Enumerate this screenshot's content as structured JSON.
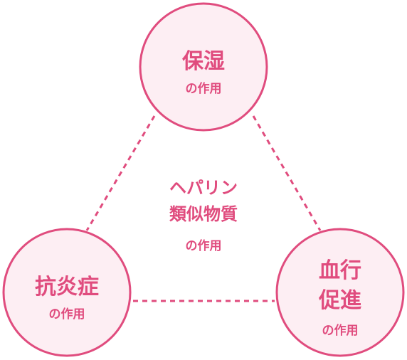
{
  "center": {
    "line1": "ヘパリン",
    "line2": "類似物質",
    "line3": "の作用"
  },
  "nodes": {
    "top": {
      "line1": "保湿",
      "sub": "の作用"
    },
    "left": {
      "line1": "抗炎症",
      "sub": "の作用"
    },
    "right": {
      "line1": "血行",
      "line2": "促進",
      "sub": "の作用"
    }
  },
  "colors": {
    "accent": "#e04c7e",
    "circle_fill": "#fdeef3",
    "background": "#ffffff"
  }
}
